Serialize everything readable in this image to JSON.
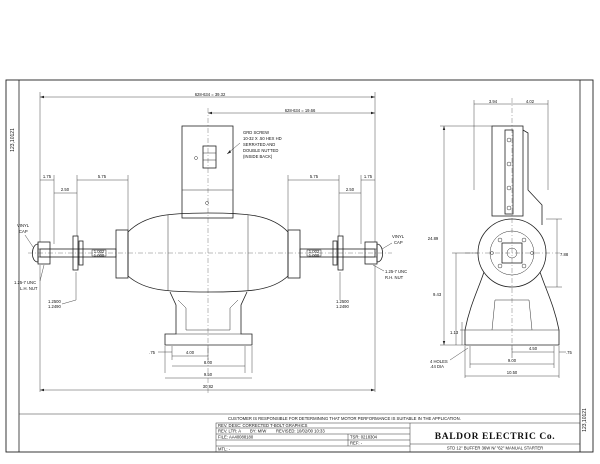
{
  "drawing_number": "123,10121",
  "dimensions": {
    "overall_span": "628-634 = 39.32",
    "half_span": "628-634 = 19.66",
    "left_end": "1.75",
    "left_to_wheel": "2.50",
    "left_shaft": "5.75",
    "right_shaft": "5.75",
    "right_to_wheel": "2.50",
    "right_end": "1.75",
    "shaft_dia_left_top": "1.002",
    "shaft_dia_left_bottom": "1.000",
    "shaft_dia_right_top": "1.002",
    "shaft_dia_right_bottom": "1.000",
    "flange_left_top": "1.2500",
    "flange_left_bottom": "1.2490",
    "flange_right_top": "1.2500",
    "flange_right_bottom": "1.2490",
    "base_offset": ".75",
    "base_bolt_half": "4.00",
    "base_bolt_spacing": "8.00",
    "base_width": "9.50",
    "overall_length": "30.82",
    "side_top_left": "3.94",
    "side_top_right": "4.02",
    "overall_height": "24.89",
    "shaft_height": "7.88",
    "base_height": "9.43",
    "foot_height": "1.13",
    "side_bolt_half": "4.50",
    "side_offset": ".75",
    "side_bolt_spacing": "9.00",
    "side_base_width": "10.50"
  },
  "notes": {
    "grd_screw": [
      "GRD SCREW",
      "10-32 X .50 HEX HD",
      "SERRATED AND",
      "DOUBLE NUTTED",
      "(INSIDE BACK)"
    ],
    "vinyl_cap_left": [
      "VINYL",
      "CAP"
    ],
    "vinyl_cap_right": [
      "VINYL",
      "CAP"
    ],
    "nut_left": [
      "1.25-7 UNC",
      "L.H. NUT"
    ],
    "nut_right": [
      "1.25-7 UNC",
      "R.H. NUT"
    ],
    "holes": [
      "4 HOLES",
      ".44 DIA"
    ]
  },
  "title_block": {
    "disclaimer": "CUSTOMER IS RESPONSIBLE FOR DETERMINING THAT MOTOR PERFORMANCE IS SUITABLE IN THE APPLICATION.",
    "rev_desc": "REV. DESC: CORRECTED T-BOLT GRAPHICS",
    "rev_ltr": "REV. LTR: A",
    "by": "BY: M/W",
    "revised": "REVISED: 10/02/00 10:33",
    "tsr": "TSR: 0218304",
    "file": "FILE: AA40088180",
    "ref": "REF: -",
    "mtl": "MTL: -",
    "company": "BALDOR ELECTRIC Co.",
    "description": "STD 12\" BUFFER 36W N/ \"62\" MANUAL STARTER"
  }
}
